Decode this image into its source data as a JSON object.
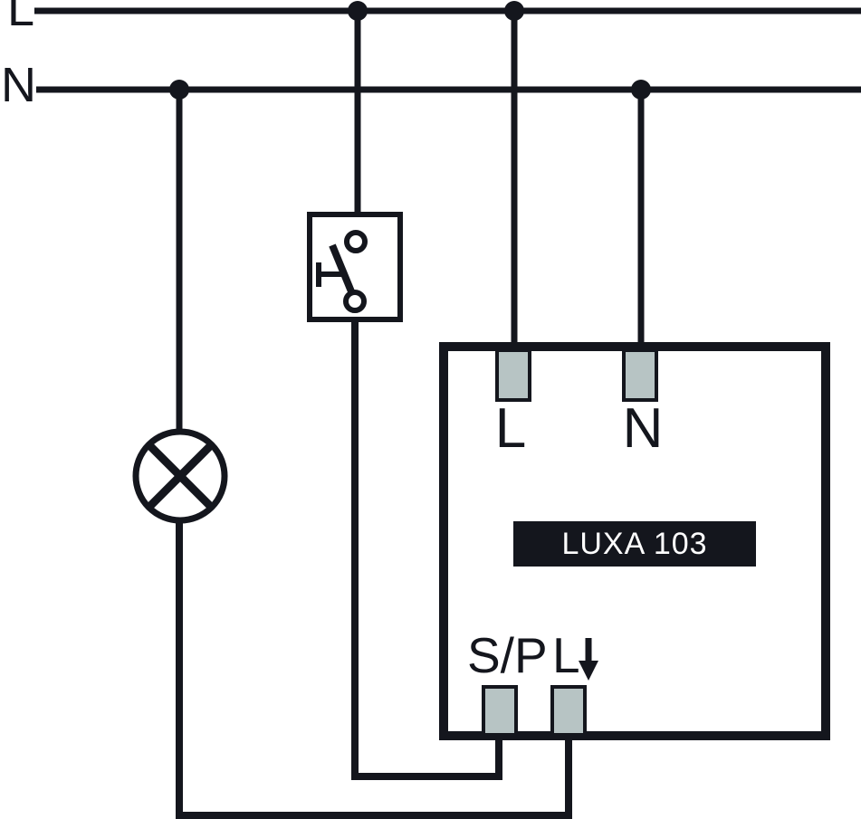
{
  "colors": {
    "line": "#14161d",
    "terminal_fill": "#b7c4c4",
    "background": "#ffffff",
    "label_bg": "#14161d",
    "label_text": "#ffffff"
  },
  "rails": {
    "live": "L",
    "neutral": "N"
  },
  "device": {
    "name": "LUXA 103",
    "terminals_top": [
      "L",
      "N"
    ],
    "terminals_bottom": [
      "S/P",
      "L"
    ],
    "output_icon": "down-arrow"
  },
  "symbols": {
    "push_button": "push-button-switch",
    "lamp": "lamp-load"
  }
}
